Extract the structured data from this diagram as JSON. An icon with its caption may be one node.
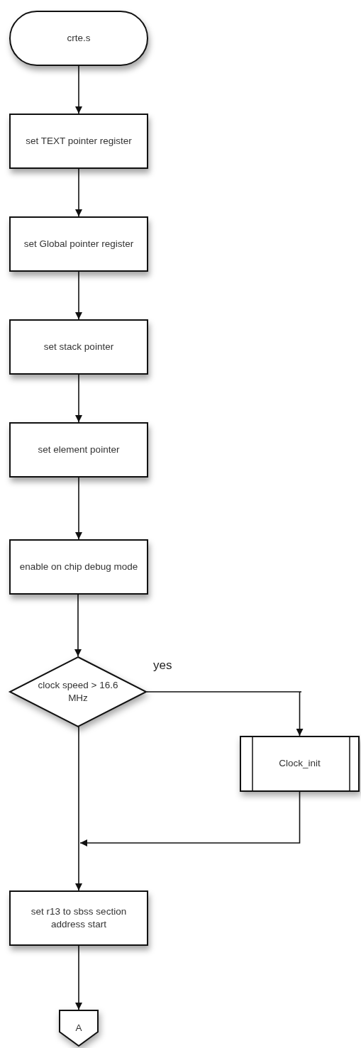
{
  "diagram": {
    "nodes": [
      {
        "text": [
          "crte.s"
        ]
      },
      {
        "text": [
          "set TEXT pointer register"
        ]
      },
      {
        "text": [
          "set Global pointer register"
        ]
      },
      {
        "text": [
          "set stack pointer"
        ]
      },
      {
        "text": [
          "set element pointer"
        ]
      },
      {
        "text": [
          "enable on chip debug mode"
        ]
      },
      {
        "text": [
          "clock speed > 16.6 MHz"
        ]
      },
      {
        "text": [
          "Clock_init"
        ]
      },
      {
        "text": [
          "set r13 to sbss section address start"
        ]
      },
      {
        "text": [
          "A"
        ]
      }
    ],
    "edges": [
      {
        "from": 0,
        "to": 1,
        "arrow": "to"
      },
      {
        "from": 1,
        "to": 2,
        "arrow": "to"
      },
      {
        "from": 2,
        "to": 3,
        "arrow": "to"
      },
      {
        "from": 3,
        "to": 4,
        "arrow": "to"
      },
      {
        "from": 4,
        "to": 5,
        "arrow": "to"
      },
      {
        "from": 5,
        "to": 6,
        "arrow": "to"
      },
      {
        "from": 6,
        "to": 7,
        "arrow": "to",
        "label": "yes"
      },
      {
        "from": 7,
        "to": 8,
        "arrow": "to"
      },
      {
        "from": 6,
        "to": 8,
        "arrow": "to"
      },
      {
        "from": 8,
        "to": 9,
        "arrow": "to"
      }
    ]
  }
}
